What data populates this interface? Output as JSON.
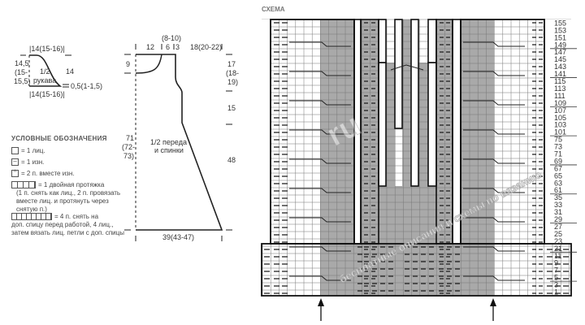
{
  "sleeve": {
    "top_width": "|14(15-16)|",
    "height_a": "14,5",
    "height_b": "(15-",
    "height_c": "15,5)",
    "label_a": "1/2",
    "label_b": "рукава",
    "cap_height": "14",
    "bottom_offset": "0,5(1-1,5)",
    "bottom_width": "|14(15-16)|"
  },
  "body": {
    "neck_depth_top": "(8-10)",
    "shoulder_left": "12",
    "neck": "6",
    "edge": "3",
    "top_right": "18(20-22)",
    "neck_height": "9",
    "armhole_a": "17",
    "armhole_b": "(18-",
    "armhole_c": "19)",
    "mid_height": "15",
    "lower_height": "48",
    "total_a": "71",
    "total_b": "(72-",
    "total_c": "73)",
    "label_a": "1/2 переда",
    "label_b": "и спинки",
    "bottom_width": "39(43-47)"
  },
  "legend": {
    "title": "УСЛОВНЫЕ ОБОЗНАЧЕНИЯ",
    "items": [
      {
        "text": "= 1 лиц."
      },
      {
        "text": "= 1 изн."
      },
      {
        "text": "= 2 п. вместе изн."
      },
      {
        "text": "= 1 двойная протяжка",
        "note": "(1 п. снять как лиц., 2 п. провязать вместе лиц. и протянуть через снятую п.)"
      },
      {
        "text": "= 4 п. снять на",
        "note": "доп. спицу перед работой, 4 лиц., затем вязать лиц. петли с доп. спицы"
      }
    ]
  },
  "chart": {
    "title": "СХЕМА",
    "row_labels": [
      "155",
      "153",
      "151",
      "149",
      "147",
      "145",
      "143",
      "141",
      "115",
      "113",
      "111",
      "109",
      "107",
      "105",
      "103",
      "101",
      "75",
      "73",
      "71",
      "69",
      "67",
      "65",
      "63",
      "61",
      "35",
      "33",
      "31",
      "29",
      "27",
      "25",
      "23",
      "21",
      "11",
      "9",
      "7",
      "5",
      "3",
      "1"
    ],
    "underlined": [
      "149",
      "141",
      "109",
      "101",
      "69",
      "61",
      "29",
      "21",
      "5"
    ]
  },
  "watermark": {
    "text": "бесплатные описания и схемы по вязанию",
    "logo": "ru"
  },
  "colors": {
    "gray": "#a9a9a9",
    "line": "#222222",
    "grid": "#777777"
  }
}
